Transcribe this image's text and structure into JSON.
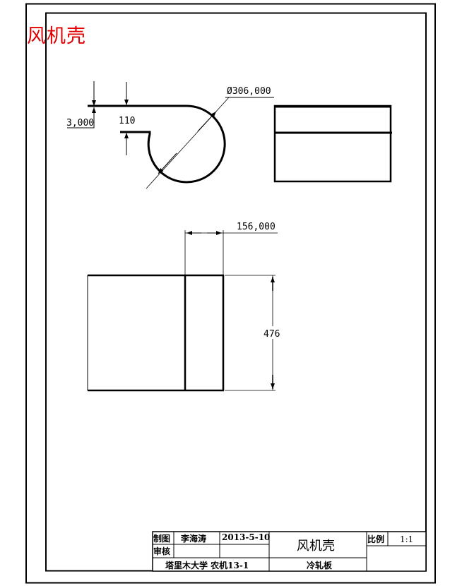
{
  "drawing_title": "风机壳",
  "dimensions": {
    "thickness": "3,000",
    "gap": "110",
    "diameter": "Ø306,000",
    "width": "156,000",
    "height": "476"
  },
  "title_block": {
    "drawn_label": "制图",
    "drawn_by": "李海涛",
    "date": "2013-5-10",
    "part_name": "风机壳",
    "scale_label": "比例",
    "scale_value": "1:1",
    "review_label": "审核",
    "reviewer": "",
    "school_class": "塔里木大学 农机13-1",
    "material": "冷轧板"
  },
  "colors": {
    "line": "#000000",
    "title_red": "#e00000"
  }
}
